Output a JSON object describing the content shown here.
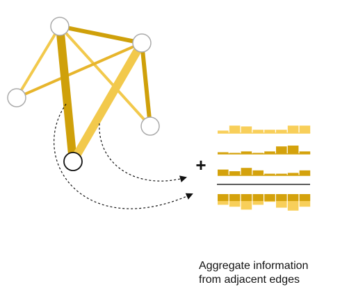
{
  "colors": {
    "edge_light": "#f2c94c",
    "edge_mid": "#e7b52c",
    "edge_dark": "#cfa00a",
    "node_stroke": "#aaaaaa",
    "focus_node_stroke": "#111111",
    "bar_light": "#f8cf5a",
    "bar_dark": "#d4a20c",
    "divider": "#222222"
  },
  "graph": {
    "focus_node": "n5",
    "nodes": [
      {
        "id": "n1",
        "name": "node-top"
      },
      {
        "id": "n2",
        "name": "node-top-right"
      },
      {
        "id": "n3",
        "name": "node-left"
      },
      {
        "id": "n4",
        "name": "node-right"
      },
      {
        "id": "n5",
        "name": "node-focus"
      }
    ],
    "edges": [
      {
        "from": "n1",
        "to": "n2",
        "tone": "edge_dark",
        "weight": "medium"
      },
      {
        "from": "n1",
        "to": "n3",
        "tone": "edge_light",
        "weight": "thin"
      },
      {
        "from": "n1",
        "to": "n4",
        "tone": "edge_light",
        "weight": "thin"
      },
      {
        "from": "n3",
        "to": "n2",
        "tone": "edge_mid",
        "weight": "thin"
      },
      {
        "from": "n2",
        "to": "n4",
        "tone": "edge_dark",
        "weight": "medium"
      },
      {
        "from": "n1",
        "to": "n5",
        "tone": "edge_dark",
        "weight": "thick"
      },
      {
        "from": "n2",
        "to": "n5",
        "tone": "edge_light",
        "weight": "thick"
      }
    ]
  },
  "aggregation": {
    "operator": "+",
    "rows": [
      {
        "name": "edge-feature-1",
        "values": [
          0.3,
          0.9,
          0.8,
          0.4,
          0.4,
          0.4,
          0.9,
          0.9
        ],
        "tone": "bar_light"
      },
      {
        "name": "edge-feature-2",
        "values": [
          0.2,
          0.1,
          0.3,
          0.1,
          0.3,
          0.9,
          1.0,
          0.3
        ],
        "tone": "bar_dark"
      },
      {
        "name": "edge-feature-3",
        "values": [
          0.7,
          0.5,
          0.9,
          0.6,
          0.2,
          0.2,
          0.3,
          0.6
        ],
        "tone": "bar_dark"
      },
      {
        "name": "aggregate-result",
        "values": [
          1.1,
          1.3,
          1.6,
          1.1,
          0.8,
          1.4,
          1.7,
          1.3
        ],
        "tone": "mixed"
      }
    ]
  },
  "caption": {
    "line1": "Aggregate information",
    "line2": "from adjacent edges"
  }
}
